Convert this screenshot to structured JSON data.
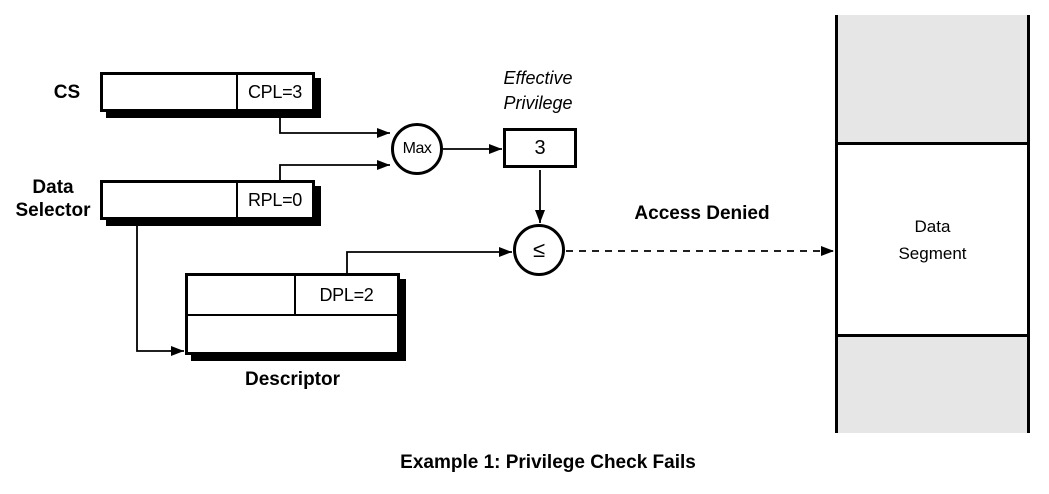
{
  "diagram": {
    "caption": "Example 1: Privilege Check Fails",
    "cs_register": {
      "label": "CS",
      "field": "CPL=3"
    },
    "data_selector": {
      "label": "Data Selector",
      "field": "RPL=0"
    },
    "descriptor": {
      "label": "Descriptor",
      "field": "DPL=2"
    },
    "max_node": {
      "label": "Max"
    },
    "effective_privilege": {
      "label": "Effective Privilege",
      "value": "3"
    },
    "comparator": {
      "symbol": "≤"
    },
    "result": {
      "label": "Access Denied"
    },
    "data_segment": {
      "label": "Data Segment"
    },
    "colors": {
      "line": "#000000",
      "segment_gray": "#e6e6e6",
      "background": "#ffffff"
    }
  }
}
